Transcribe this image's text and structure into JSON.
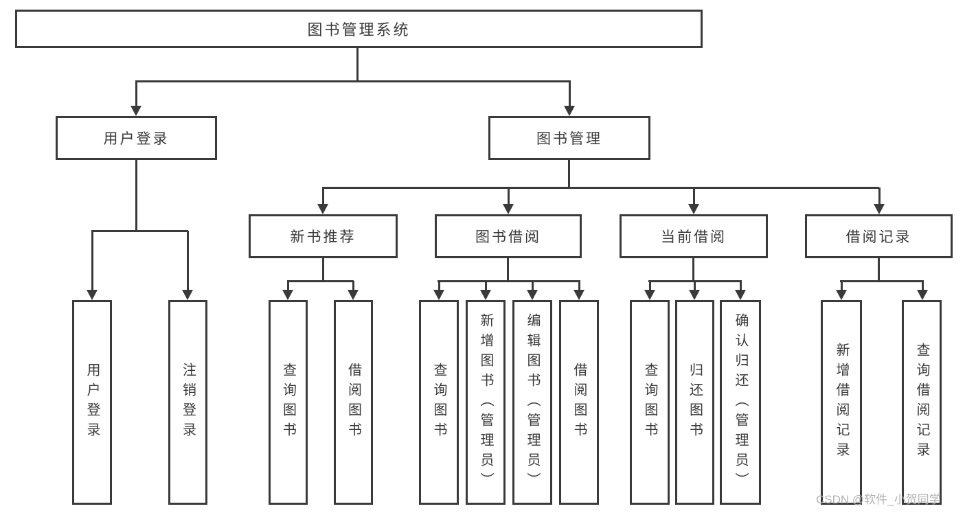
{
  "nodes": {
    "root": "图书管理系统",
    "user_login": "用户登录",
    "book_management": "图书管理",
    "new_book_recommend": "新书推荐",
    "book_borrow": "图书借阅",
    "current_borrow": "当前借阅",
    "borrow_record": "借阅记录",
    "leaf_user_login": "用户登录",
    "leaf_logout": "注销登录",
    "leaf_query_book_1": "查询图书",
    "leaf_borrow_book_1": "借阅图书",
    "leaf_query_book_2": "查询图书",
    "leaf_add_book": "新增图书（管理员）",
    "leaf_edit_book": "编辑图书（管理员）",
    "leaf_borrow_book_2": "借阅图书",
    "leaf_query_book_3": "查询图书",
    "leaf_return_book": "归还图书",
    "leaf_confirm_return": "确认归还（管理员）",
    "leaf_add_borrow_record": "新增借阅记录",
    "leaf_query_borrow_record": "查询借阅记录"
  },
  "watermark": "CSDN @软件_小贺同学",
  "colors": {
    "line": "#3a3a3a",
    "text": "#3a3a3a",
    "watermark": "#b3b3b3",
    "background": "#ffffff"
  }
}
